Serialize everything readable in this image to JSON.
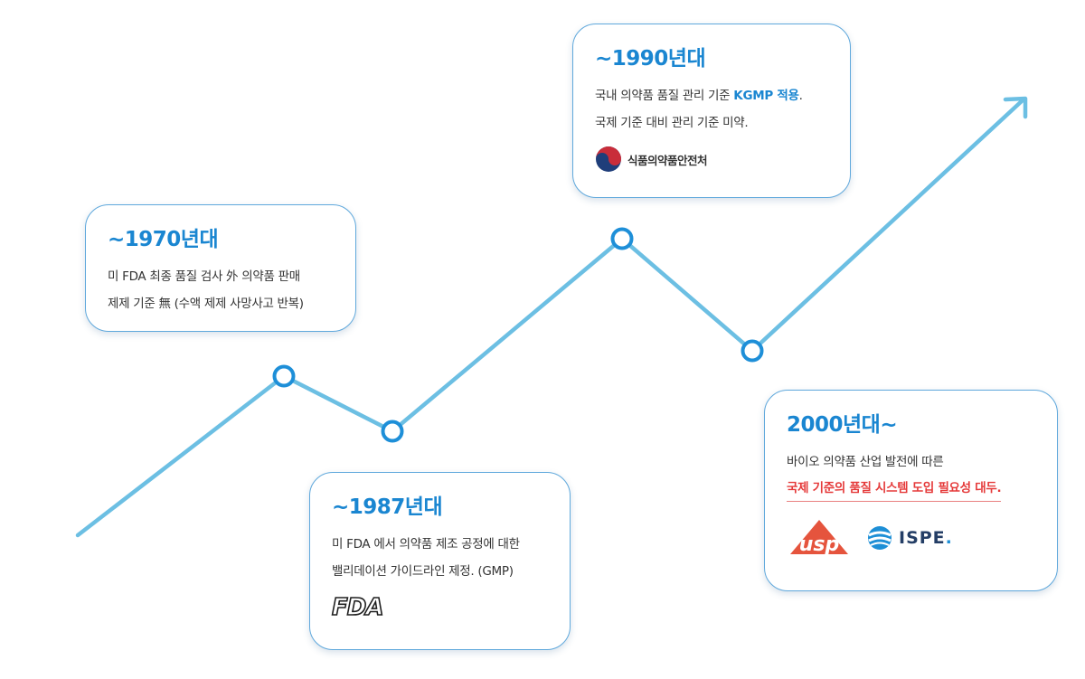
{
  "timeline": {
    "line_color": "#6cbfe3",
    "node_stroke_color": "#1e8fd8",
    "nodes": [
      "~1970년대",
      "~1987년대",
      "~1990년대",
      "2000년대~"
    ]
  },
  "cards": {
    "c1970": {
      "period": "~1970년대",
      "line1": "미 FDA 최종 품질 검사 外 의약품 판매",
      "line2": "제제 기준 無 (수액 제제 사망사고 반복)"
    },
    "c1987": {
      "period": "~1987년대",
      "line1": "미 FDA 에서 의약품 제조 공정에 대한",
      "line2": "밸리데이션 가이드라인 제정. (GMP)",
      "logo_text": "FDA"
    },
    "c1990": {
      "period": "~1990년대",
      "line1_prefix": "국내 의약품 품질 관리 기준 ",
      "line1_highlight": "KGMP 적용",
      "line1_suffix": ".",
      "line2": "국제 기준 대비 관리 기준 미약.",
      "logo_text": "식품의약품안전처"
    },
    "c2000": {
      "period": "2000년대~",
      "line1": "바이오 의약품 산업 발전에 따른",
      "line2": "국제 기준의 품질 시스템 도입 필요성 대두.",
      "logo_usp": "usp",
      "logo_ispe": "ISPE"
    }
  },
  "colors": {
    "accent_blue": "#1a86d1",
    "highlight_red": "#e53a3a",
    "card_border": "#5fa8dc",
    "usp_red": "#e5543d",
    "ispe_navy": "#243e66"
  }
}
